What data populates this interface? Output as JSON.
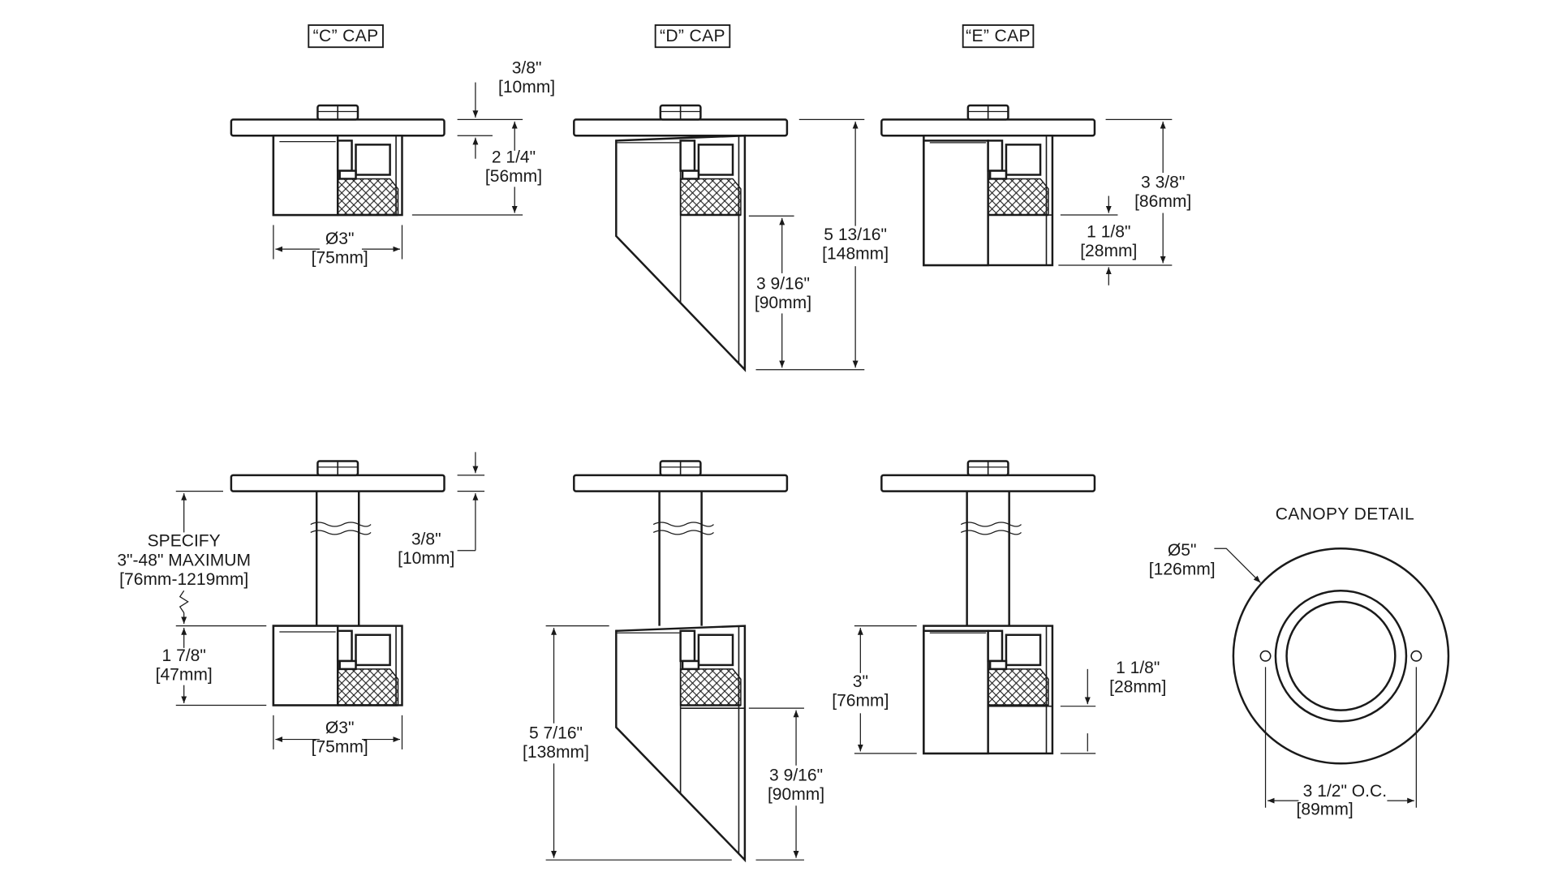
{
  "titles": {
    "c_cap": "“C” CAP",
    "d_cap": "“D” CAP",
    "e_cap": "“E” CAP",
    "canopy_detail": "CANOPY DETAIL"
  },
  "top_row": {
    "c_cap": {
      "canopy_thickness": [
        "3/8\"",
        "[10mm]"
      ],
      "height": [
        "2 1/4\"",
        "[56mm]"
      ],
      "diameter": [
        "Ø3\"",
        "[75mm]"
      ]
    },
    "d_cap": {
      "overall_height": [
        "5 13/16\"",
        "[148mm]"
      ],
      "lower_height": [
        "3 9/16\"",
        "[90mm]"
      ]
    },
    "e_cap": {
      "overall_height": [
        "3 3/8\"",
        "[86mm]"
      ],
      "lower_height": [
        "1 1/8\"",
        "[28mm]"
      ]
    }
  },
  "bottom_row": {
    "c_cap": {
      "stem_note": [
        "SPECIFY",
        "3\"-48\" MAXIMUM",
        "[76mm-1219mm]"
      ],
      "canopy_thickness": [
        "3/8\"",
        "[10mm]"
      ],
      "body_height": [
        "1 7/8\"",
        "[47mm]"
      ],
      "diameter": [
        "Ø3\"",
        "[75mm]"
      ]
    },
    "d_cap": {
      "body_height": [
        "5 7/16\"",
        "[138mm]"
      ],
      "lower_height": [
        "3 9/16\"",
        "[90mm]"
      ]
    },
    "e_cap": {
      "body_height": [
        "3\"",
        "[76mm]"
      ],
      "lower_height": [
        "1 1/8\"",
        "[28mm]"
      ]
    }
  },
  "canopy": {
    "diameter": [
      "Ø5\"",
      "[126mm]"
    ],
    "hole_spacing": [
      "3 1/2\"   O.C.",
      "[89mm]"
    ]
  }
}
